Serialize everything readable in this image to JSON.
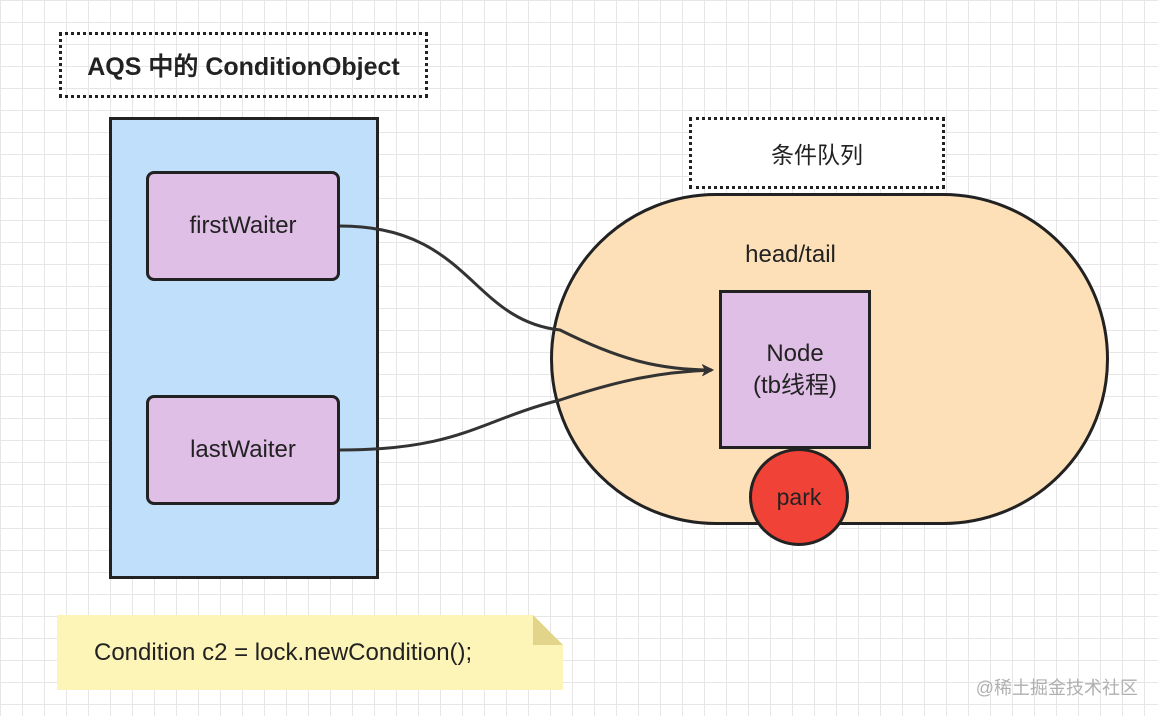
{
  "title": "AQS 中的 ConditionObject",
  "condition_object": {
    "first_waiter": "firstWaiter",
    "last_waiter": "lastWaiter"
  },
  "condition_queue": {
    "label": "条件队列",
    "pointer_label": "head/tail",
    "node": {
      "line1": "Node",
      "line2": "(tb线程)"
    },
    "state": "park"
  },
  "code_note": "Condition c2 = lock.newCondition();",
  "watermark": "@稀土掘金技术社区",
  "colors": {
    "condition_object_fill": "#bfdffa",
    "field_fill": "#e0bfe7",
    "queue_fill": "#fde0b8",
    "park_fill": "#f04236",
    "note_fill": "#fdf4b7"
  }
}
